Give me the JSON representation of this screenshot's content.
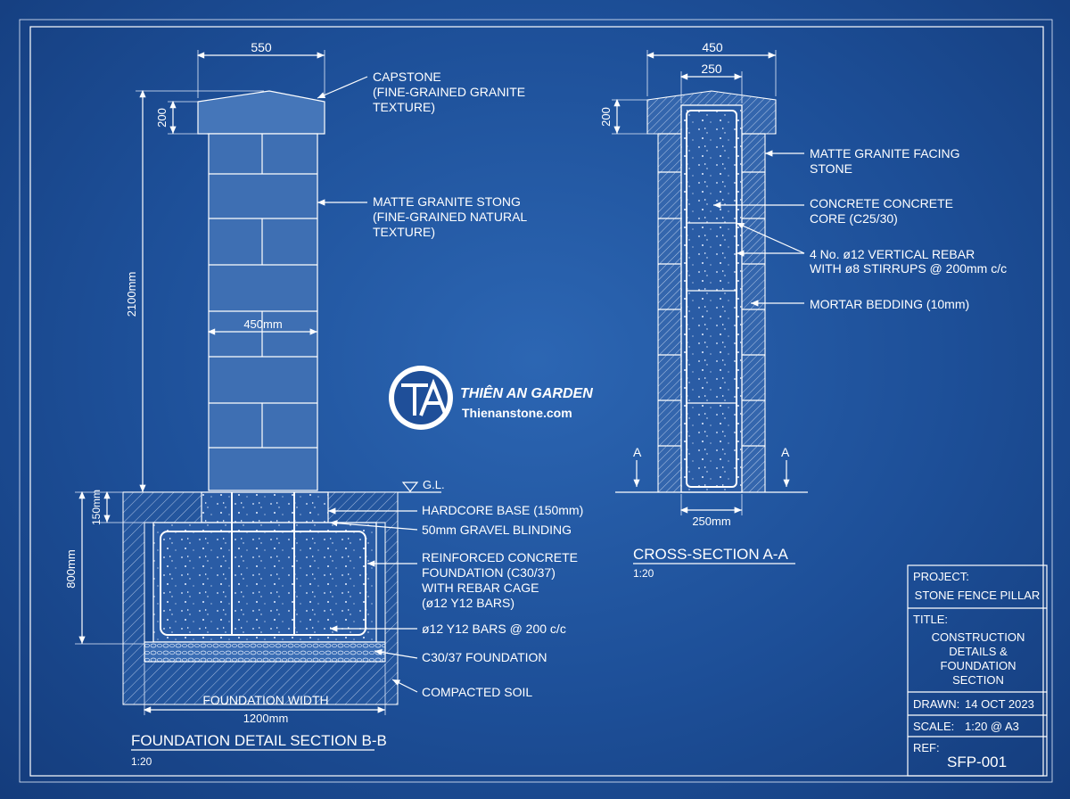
{
  "left_drawing": {
    "dims": {
      "cap_width": "550",
      "cap_height": "200",
      "pillar_height": "2100mm",
      "pillar_width": "450mm",
      "base_height": "150mm",
      "foundation_depth": "800mm",
      "foundation_width_label": "FOUNDATION WIDTH",
      "foundation_width": "1200mm"
    },
    "labels": {
      "capstone_1": "CAPSTONE",
      "capstone_2": "(FINE-GRAINED GRANITE",
      "capstone_3": "TEXTURE)",
      "stone_1": "MATTE GRANITE STONG",
      "stone_2": "(FINE-GRAINED NATURAL",
      "stone_3": "TEXTURE)",
      "ground": "G.L.",
      "hardcore": "HARDCORE BASE (150mm)",
      "gravel": "50mm GRAVEL BLINDING",
      "rc_1": "REINFORCED CONCRETE",
      "rc_2": "FOUNDATION (C30/37)",
      "rc_3": "WITH REBAR CAGE",
      "rc_4": "(ø12 Y12 BARS)",
      "bars": "ø12 Y12 BARS @ 200 c/c",
      "c30": "C30/37 FOUNDATION",
      "soil": "COMPACTED SOIL"
    },
    "title": "FOUNDATION DETAIL SECTION B-B",
    "scale": "1:20"
  },
  "right_drawing": {
    "dims": {
      "outer_width": "450",
      "core_width": "250",
      "cap_height": "200",
      "bottom_width": "250mm"
    },
    "section_marker": "A",
    "labels": {
      "facing_1": "MATTE GRANITE FACING",
      "facing_2": "STONE",
      "core_1": "CONCRETE CONCRETE",
      "core_2": "CORE (C25/30)",
      "rebar_1": "4 No. ø12 VERTICAL REBAR",
      "rebar_2": "WITH ø8 STIRRUPS @ 200mm c/c",
      "mortar": "MORTAR BEDDING (10mm)"
    },
    "title": "CROSS-SECTION A-A",
    "scale": "1:20"
  },
  "watermark": {
    "brand": "THIÊN AN GARDEN",
    "site": "Thienanstone.com"
  },
  "title_block": {
    "project_label": "PROJECT:",
    "project": "STONE FENCE PILLAR",
    "title_label": "TITLE:",
    "title_1": "CONSTRUCTION",
    "title_2": "DETAILS &",
    "title_3": "FOUNDATION",
    "title_4": "SECTION",
    "drawn_label": "DRAWN:",
    "drawn": "14 OCT 2023",
    "scale_label": "SCALE:",
    "scale": "1:20 @ A3",
    "ref_label": "REF:",
    "ref": "SFP-001"
  },
  "colors": {
    "background": "#1d4f98",
    "line": "#ffffff"
  }
}
